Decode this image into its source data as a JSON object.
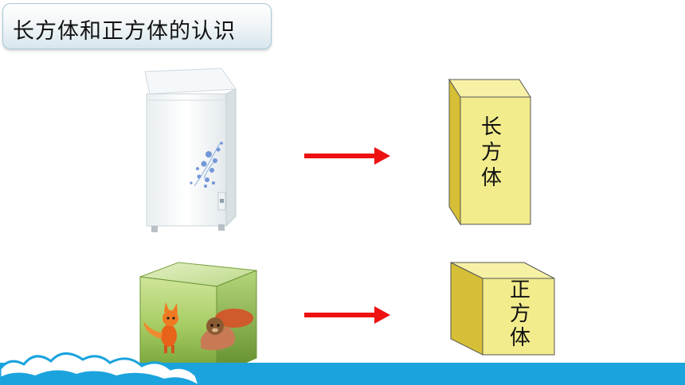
{
  "title": "长方体和正方体的认识",
  "cuboid": {
    "image": "chest-freezer",
    "arrow_color": "#ee1111",
    "label_lines": [
      "长",
      "方",
      "体"
    ]
  },
  "cube": {
    "image": "cartoon-cube-box",
    "arrow_color": "#ee1111",
    "label_lines": [
      "正",
      "方",
      "体"
    ]
  },
  "colors": {
    "shape_face": "#f2ec8c",
    "shape_side": "#d6bf36",
    "band": "#1aa3dd"
  }
}
